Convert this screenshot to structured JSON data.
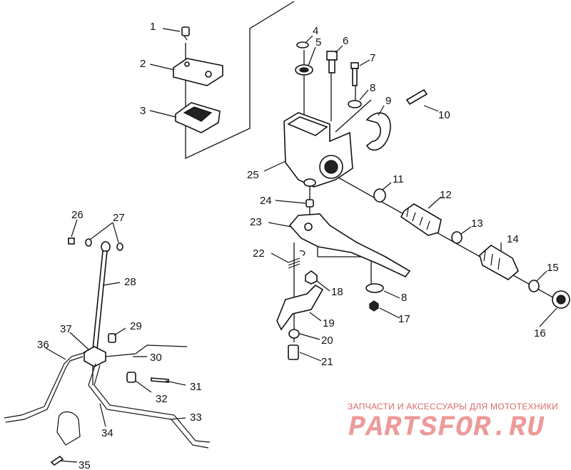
{
  "labels": [
    "1",
    "2",
    "3",
    "4",
    "5",
    "6",
    "7",
    "8",
    "9",
    "10",
    "11",
    "12",
    "13",
    "14",
    "15",
    "16",
    "17",
    "18",
    "19",
    "20",
    "21",
    "22",
    "23",
    "24",
    "25",
    "26",
    "27",
    "28",
    "29",
    "30",
    "31",
    "32",
    "33",
    "34",
    "35",
    "36",
    "37"
  ],
  "watermark": {
    "caption": "ЗАПЧАСТИ И АКСЕССУАРЫ ДЛЯ МОТОТЕХНИКИ",
    "brand": "PARTSFOR.RU"
  }
}
